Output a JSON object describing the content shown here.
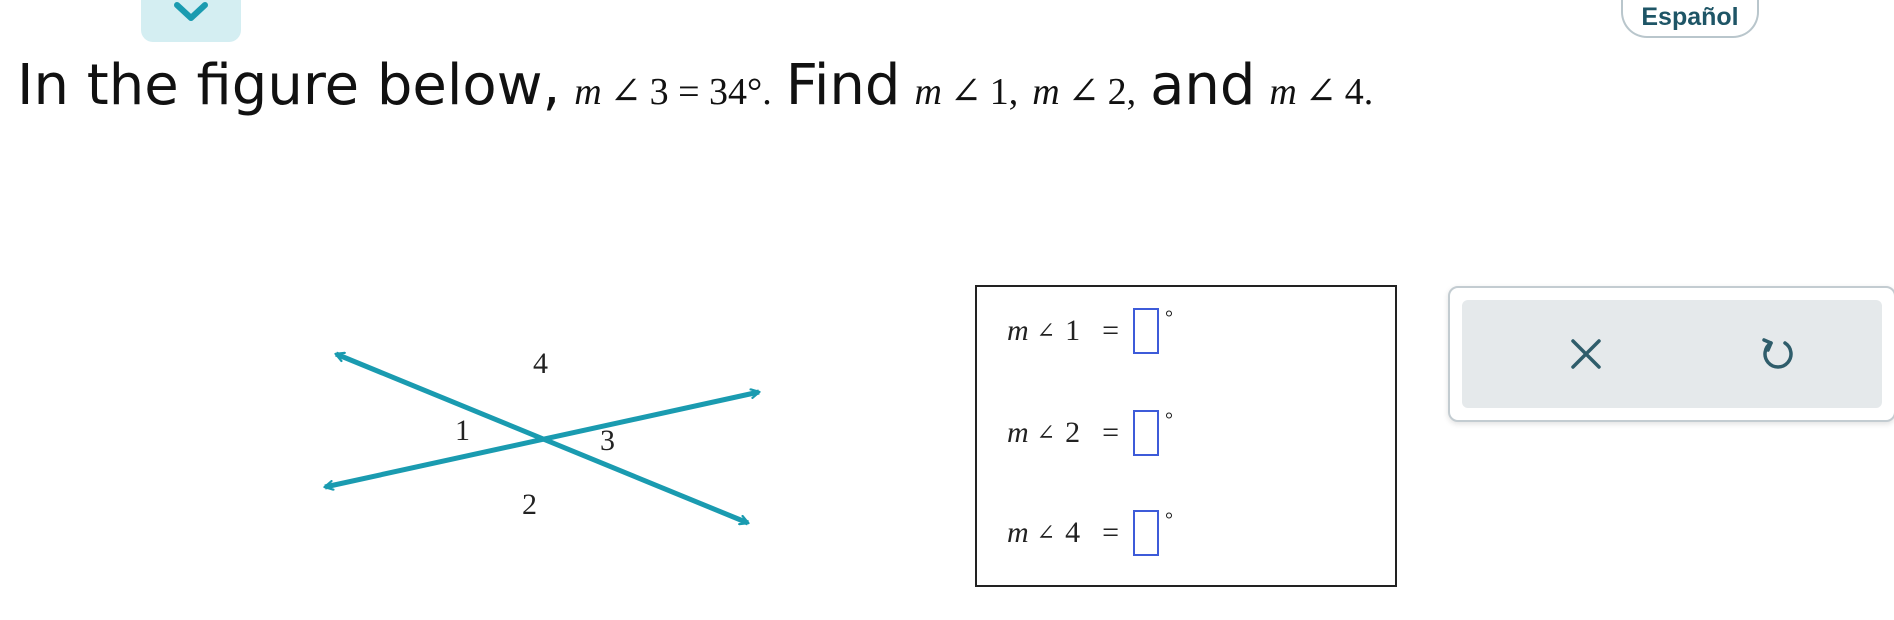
{
  "header": {
    "collapse_icon": "chevron-down-icon",
    "language_button": "Español"
  },
  "question": {
    "text_intro": "In the figure below,",
    "given_m": "m",
    "given_angle": "∠",
    "given_value": "3 = 34°.",
    "text_find": "Find",
    "find_1": "1,",
    "find_2": "2,",
    "text_and": "and",
    "find_4": "4."
  },
  "figure": {
    "line_color": "#1a9bb0",
    "labels": {
      "angle1": "1",
      "angle2": "2",
      "angle3": "3",
      "angle4": "4"
    }
  },
  "answers": {
    "rows": [
      {
        "m": "m",
        "angle": "∠",
        "num": "1",
        "eq": "=",
        "value": "",
        "deg": "°"
      },
      {
        "m": "m",
        "angle": "∠",
        "num": "2",
        "eq": "=",
        "value": "",
        "deg": "°"
      },
      {
        "m": "m",
        "angle": "∠",
        "num": "4",
        "eq": "=",
        "value": "",
        "deg": "°"
      }
    ]
  },
  "actions": {
    "clear_icon": "close-icon",
    "undo_icon": "undo-icon"
  },
  "colors": {
    "accent": "#1a9bb0",
    "input_border": "#3d5bd9",
    "language_text": "#1e5566"
  }
}
